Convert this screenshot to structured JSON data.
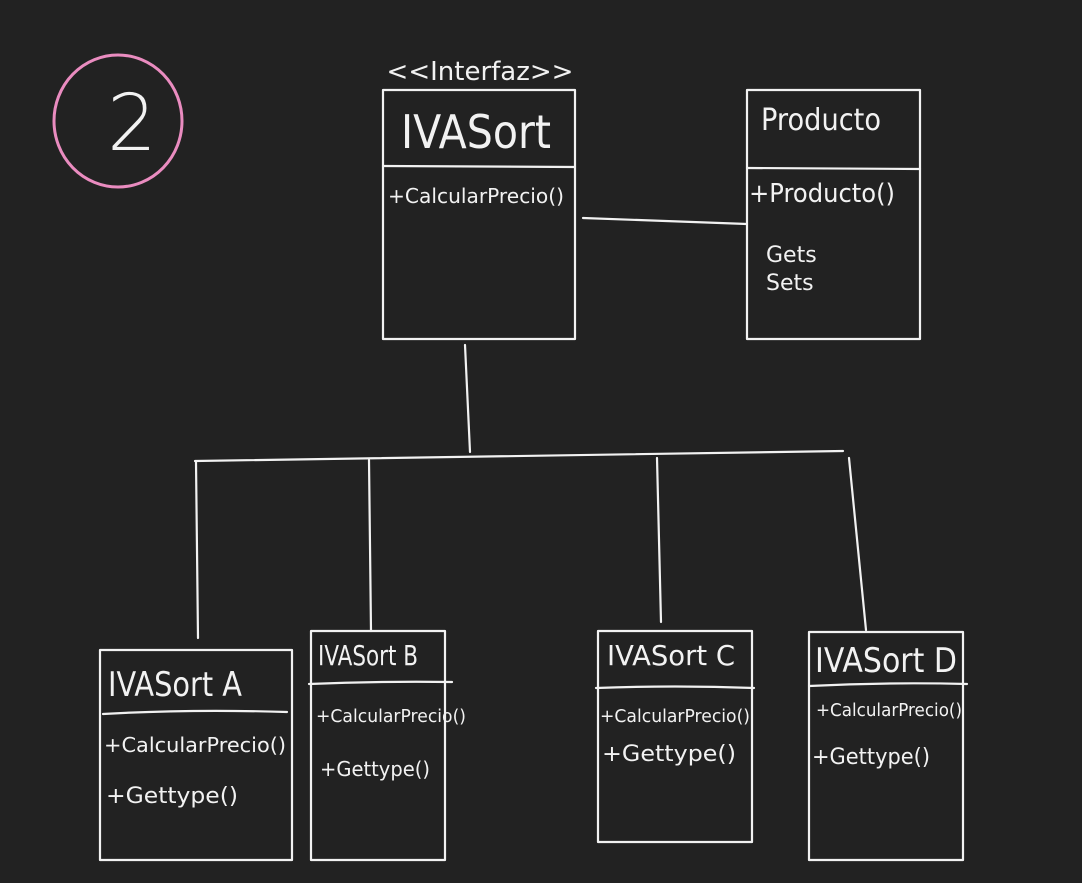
{
  "badge": {
    "number": "2",
    "color": "#ea8cc0"
  },
  "colors": {
    "background": "#222222",
    "ink": "#f2f2f2"
  },
  "interface": {
    "stereotype": "<<Interfaz>>",
    "name": "IVASort",
    "methods": [
      "+CalcularPrecio()"
    ]
  },
  "producto": {
    "name": "Producto",
    "methods": [
      "+Producto()",
      "Gets",
      "Sets"
    ]
  },
  "classes": [
    {
      "name": "IVASort A",
      "methods": [
        "+CalcularPrecio()",
        "+Gettype()"
      ]
    },
    {
      "name": "IVASort B",
      "methods": [
        "+CalcularPrecio()",
        "+Gettype()"
      ]
    },
    {
      "name": "IVASort C",
      "methods": [
        "+CalcularPrecio()",
        "+Gettype()"
      ]
    },
    {
      "name": "IVASort D",
      "methods": [
        "+CalcularPrecio()",
        "+Gettype()"
      ]
    }
  ]
}
